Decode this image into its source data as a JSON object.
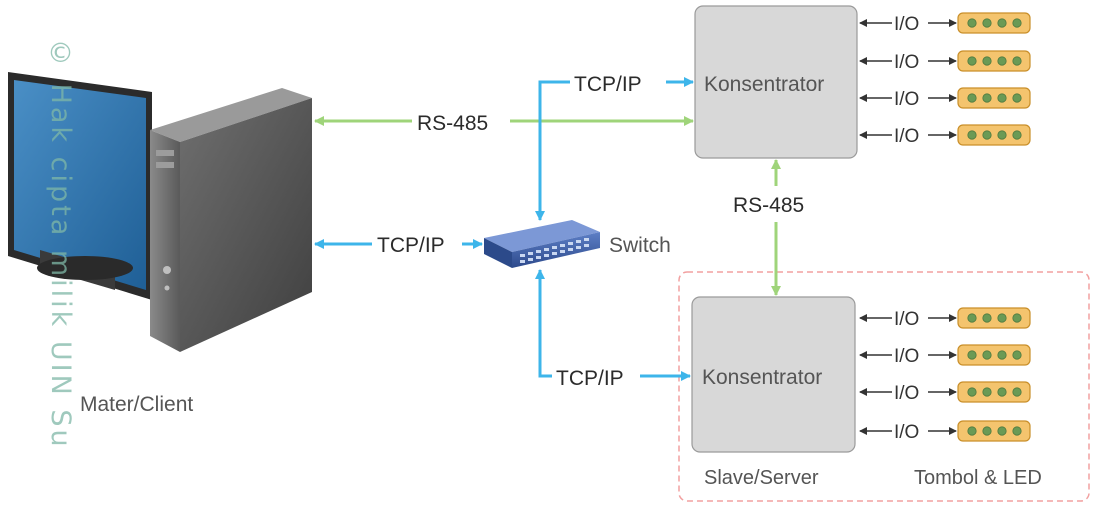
{
  "watermark": "© Hak cipta milik UIN Su",
  "nodes": {
    "master": "Mater/Client",
    "switch": "Switch",
    "concentrator_top": "Konsentrator",
    "concentrator_bottom": "Konsentrator",
    "slave_caption": "Slave/Server",
    "buttons_caption": "Tombol & LED"
  },
  "links": {
    "tcpip_top": "TCP/IP",
    "rs485_main": "RS-485",
    "tcpip_master": "TCP/IP",
    "rs485_vertical": "RS-485",
    "tcpip_bottom": "TCP/IP"
  },
  "io_label": "I/O",
  "colors": {
    "tcpip_line": "#3db5ea",
    "rs485_line": "#9fd47a",
    "concentrator_fill": "#d8d8d8",
    "io_module": "#f4c46e",
    "dashed_box": "#f2a0a0"
  }
}
